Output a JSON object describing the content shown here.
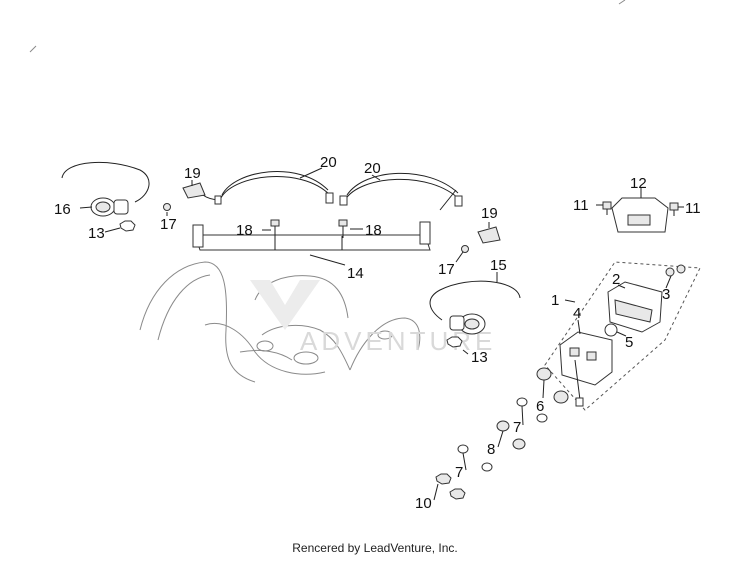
{
  "callouts": {
    "c1": "1",
    "c2": "2",
    "c3": "3",
    "c4": "4",
    "c5": "5",
    "c6": "6",
    "c7a": "7",
    "c7b": "7",
    "c8": "8",
    "c10": "10",
    "c11a": "11",
    "c11b": "11",
    "c12": "12",
    "c13a": "13",
    "c13b": "13",
    "c14": "14",
    "c15": "15",
    "c16": "16",
    "c17a": "17",
    "c17b": "17",
    "c18a": "18",
    "c18b": "18",
    "c19a": "19",
    "c19b": "19",
    "c20a": "20",
    "c20b": "20"
  },
  "watermark": "ADVENTURE",
  "footer": "Rencered by LeadVenture, Inc."
}
